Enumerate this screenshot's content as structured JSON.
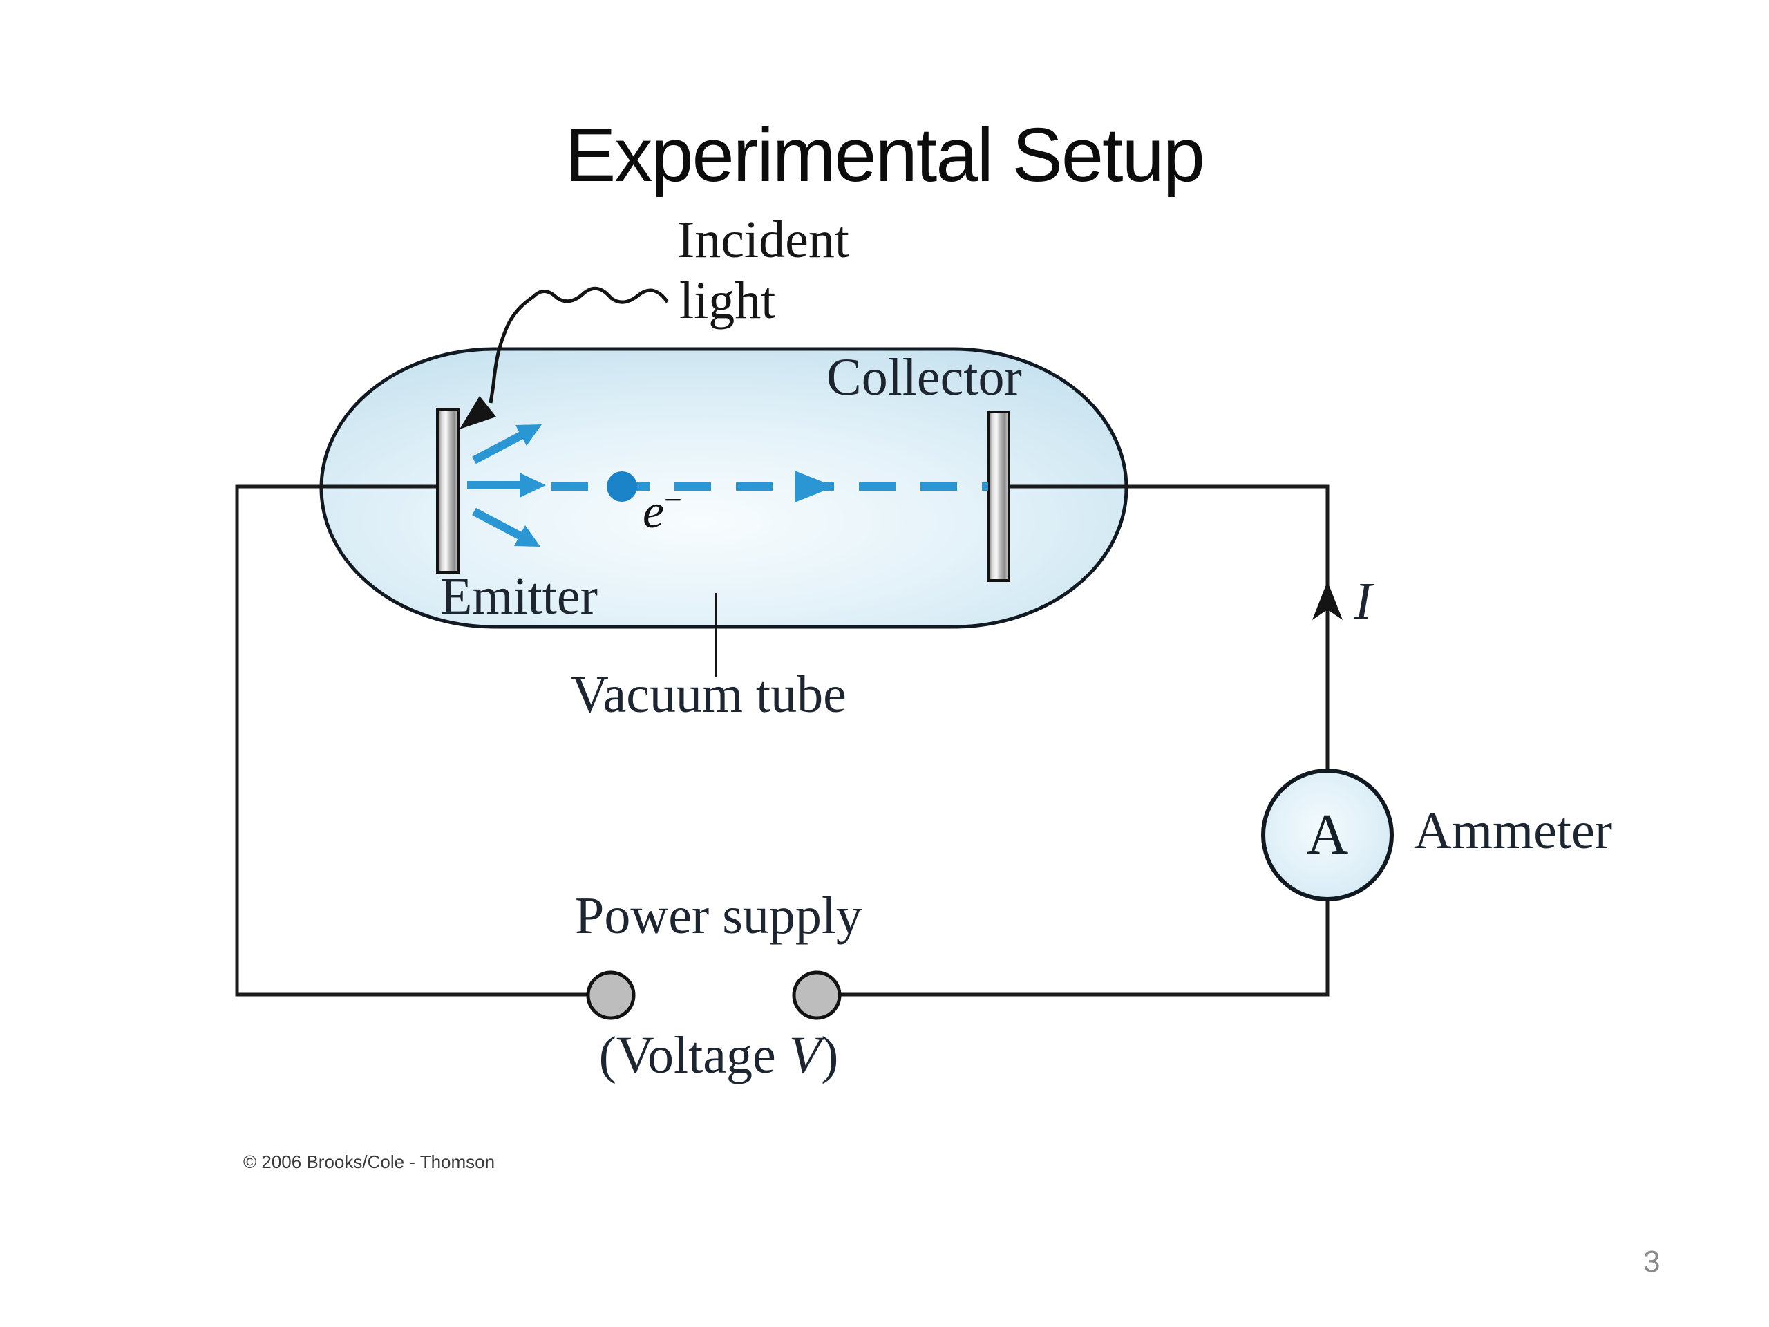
{
  "title": "Experimental Setup",
  "diagram": {
    "incident_light_line1": "Incident",
    "incident_light_line2": "light",
    "collector_label": "Collector",
    "emitter_label": "Emitter",
    "vacuum_tube_label": "Vacuum tube",
    "electron_symbol": "e",
    "electron_sup": "−",
    "current_label": "I",
    "ammeter_symbol": "A",
    "ammeter_label": "Ammeter",
    "power_supply_label": "Power supply",
    "voltage_prefix": "(Voltage ",
    "voltage_symbol": "V",
    "voltage_suffix": ")"
  },
  "footer": {
    "copyright": "© 2006 Brooks/Cole - Thomson",
    "page_number": "3"
  },
  "colors": {
    "wire": "#1a1a1a",
    "tube-stroke": "#111a22",
    "arrow-blue": "#2a96d3",
    "electron-blue": "#1b84c8",
    "label-dark": "#1c2530",
    "terminal-gray": "#bdbdbd",
    "copyright-gray": "#3a3a3a",
    "page-gray": "#8a8a8a"
  }
}
